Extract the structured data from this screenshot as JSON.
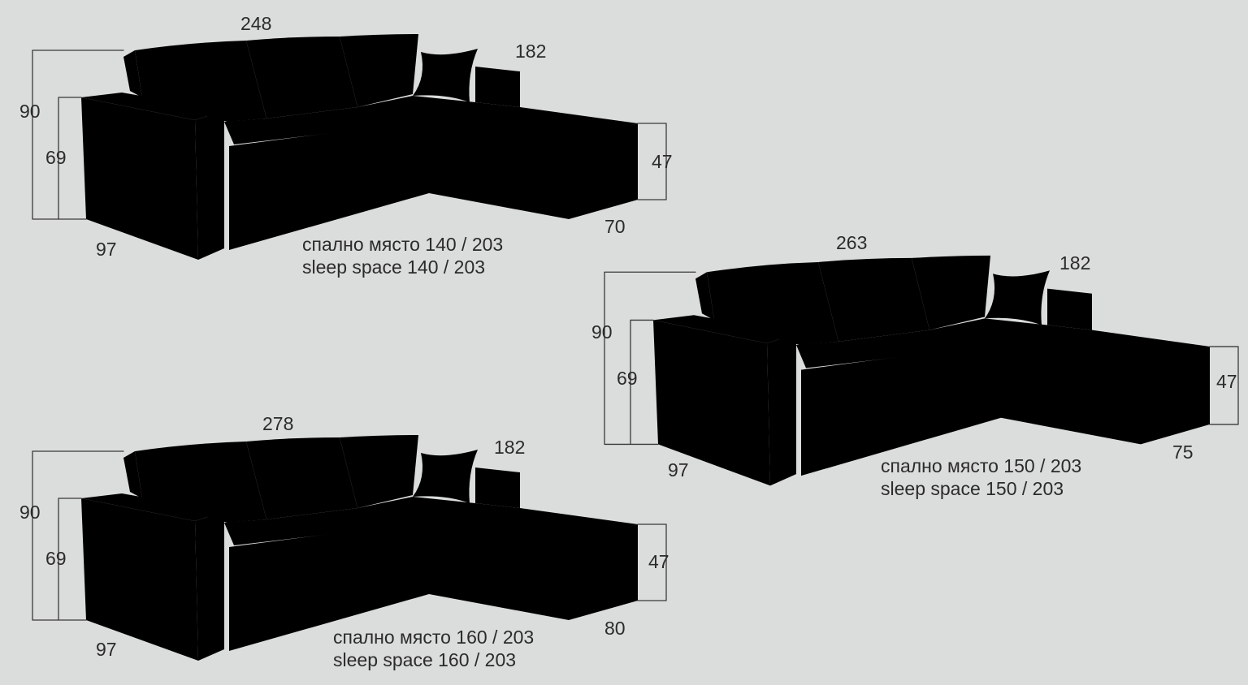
{
  "colors": {
    "background": "#dadddb",
    "line": "#2a2a2a",
    "text": "#2b2b2b"
  },
  "sofas": [
    {
      "id": "sofa-1",
      "width": "248",
      "depth_right": "182",
      "height_total": "90",
      "height_arm": "69",
      "depth_left": "97",
      "seat_height": "47",
      "chaise_width": "70",
      "sleep_bg": "спално място 140 / 203",
      "sleep_en": "sleep space 140 / 203"
    },
    {
      "id": "sofa-2",
      "width": "263",
      "depth_right": "182",
      "height_total": "90",
      "height_arm": "69",
      "depth_left": "97",
      "seat_height": "47",
      "chaise_width": "75",
      "sleep_bg": "спално място 150 / 203",
      "sleep_en": "sleep space 150 / 203"
    },
    {
      "id": "sofa-3",
      "width": "278",
      "depth_right": "182",
      "height_total": "90",
      "height_arm": "69",
      "depth_left": "97",
      "seat_height": "47",
      "chaise_width": "80",
      "sleep_bg": "спално място 160 / 203",
      "sleep_en": "sleep space 160 / 203"
    }
  ]
}
